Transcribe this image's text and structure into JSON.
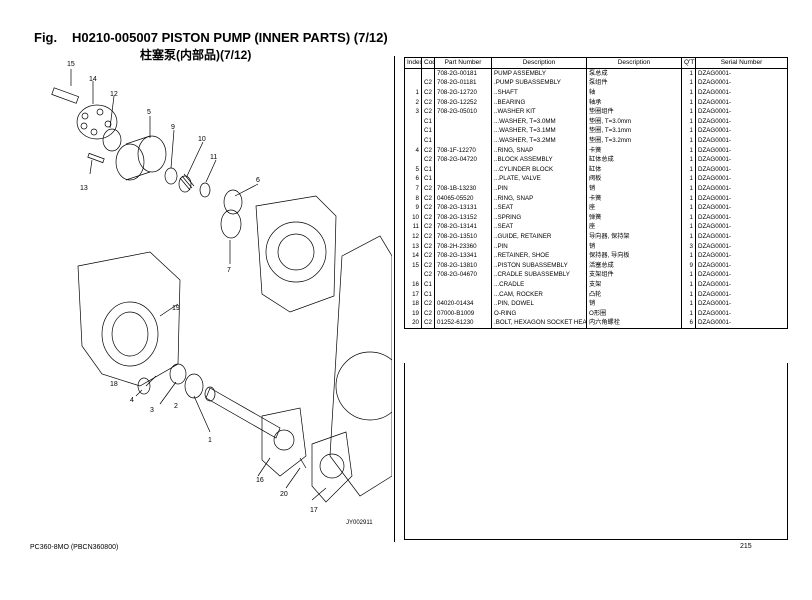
{
  "header": {
    "fig_label": "Fig.",
    "title": "H0210-005007  PISTON PUMP (INNER PARTS) (7/12)",
    "title_cn": "柱塞泵(内部品)(7/12)"
  },
  "diagram": {
    "callouts": [
      "15",
      "14",
      "12",
      "5",
      "9",
      "10",
      "11",
      "13",
      "6",
      "7",
      "19",
      "18",
      "4",
      "3",
      "2",
      "1",
      "16",
      "20",
      "17"
    ],
    "code": "JY002911"
  },
  "table": {
    "headers": {
      "index": "Index",
      "code": "Code",
      "part": "Part Number",
      "desc_en": "Description",
      "desc_cn": "Description",
      "qty": "Q'TY",
      "serial": "Serial Number"
    },
    "rows": [
      {
        "index": "",
        "code": "",
        "part": "708-2G-00181",
        "desc_en": "PUMP ASSEMBLY",
        "desc_cn": "泵总成",
        "qty": "1",
        "serial": "DZAG0001-"
      },
      {
        "index": "",
        "code": "C2",
        "part": "708-2G-01181",
        "desc_en": ".PUMP SUBASSEMBLY",
        "desc_cn": "泵组件",
        "qty": "1",
        "serial": "DZAG0001-"
      },
      {
        "index": "1",
        "code": "C2",
        "part": "708-2G-12720",
        "desc_en": "..SHAFT",
        "desc_cn": "轴",
        "qty": "1",
        "serial": "DZAG0001-"
      },
      {
        "index": "2",
        "code": "C2",
        "part": "708-2G-12252",
        "desc_en": "..BEARING",
        "desc_cn": "轴承",
        "qty": "1",
        "serial": "DZAG0001-"
      },
      {
        "index": "3",
        "code": "C2",
        "part": "708-2G-05010",
        "desc_en": "..WASHER KIT",
        "desc_cn": "垫圈组件",
        "qty": "1",
        "serial": "DZAG0001-"
      },
      {
        "index": "",
        "code": "C1",
        "part": "",
        "desc_en": "...WASHER, T=3.0MM",
        "desc_cn": "垫圈, T=3.0mm",
        "qty": "1",
        "serial": "DZAG0001-"
      },
      {
        "index": "",
        "code": "C1",
        "part": "",
        "desc_en": "...WASHER, T=3.1MM",
        "desc_cn": "垫圈, T=3.1mm",
        "qty": "1",
        "serial": "DZAG0001-"
      },
      {
        "index": "",
        "code": "C1",
        "part": "",
        "desc_en": "...WASHER, T=3.2MM",
        "desc_cn": "垫圈, T=3.2mm",
        "qty": "1",
        "serial": "DZAG0001-"
      },
      {
        "index": "4",
        "code": "C2",
        "part": "708-1F-12270",
        "desc_en": "..RING, SNAP",
        "desc_cn": "卡簧",
        "qty": "1",
        "serial": "DZAG0001-"
      },
      {
        "index": "",
        "code": "C2",
        "part": "708-2G-04720",
        "desc_en": "..BLOCK ASSEMBLY",
        "desc_cn": "缸体总成",
        "qty": "1",
        "serial": "DZAG0001-"
      },
      {
        "index": "5",
        "code": "C1",
        "part": "",
        "desc_en": "...CYLINDER BLOCK",
        "desc_cn": "缸体",
        "qty": "1",
        "serial": "DZAG0001-"
      },
      {
        "index": "6",
        "code": "C1",
        "part": "",
        "desc_en": "...PLATE, VALVE",
        "desc_cn": "阀板",
        "qty": "1",
        "serial": "DZAG0001-"
      },
      {
        "index": "7",
        "code": "C2",
        "part": "708-1B-13230",
        "desc_en": "..PIN",
        "desc_cn": "销",
        "qty": "1",
        "serial": "DZAG0001-"
      },
      {
        "index": "8",
        "code": "C2",
        "part": "04065-05520",
        "desc_en": "..RING, SNAP",
        "desc_cn": "卡簧",
        "qty": "1",
        "serial": "DZAG0001-"
      },
      {
        "index": "9",
        "code": "C2",
        "part": "708-2G-13131",
        "desc_en": "..SEAT",
        "desc_cn": "座",
        "qty": "1",
        "serial": "DZAG0001-"
      },
      {
        "index": "10",
        "code": "C2",
        "part": "708-2G-13152",
        "desc_en": "..SPRING",
        "desc_cn": "弹簧",
        "qty": "1",
        "serial": "DZAG0001-"
      },
      {
        "index": "11",
        "code": "C2",
        "part": "708-2G-13141",
        "desc_en": "..SEAT",
        "desc_cn": "座",
        "qty": "1",
        "serial": "DZAG0001-"
      },
      {
        "index": "12",
        "code": "C2",
        "part": "708-2G-13510",
        "desc_en": "..GUIDE, RETAINER",
        "desc_cn": "导向器, 保持架",
        "qty": "1",
        "serial": "DZAG0001-"
      },
      {
        "index": "13",
        "code": "C2",
        "part": "708-2H-23360",
        "desc_en": "..PIN",
        "desc_cn": "销",
        "qty": "3",
        "serial": "DZAG0001-"
      },
      {
        "index": "14",
        "code": "C2",
        "part": "708-2G-13341",
        "desc_en": "..RETAINER, SHOE",
        "desc_cn": "保持器, 导向板",
        "qty": "1",
        "serial": "DZAG0001-"
      },
      {
        "index": "15",
        "code": "C2",
        "part": "708-2G-13810",
        "desc_en": "..PISTON SUBASSEMBLY",
        "desc_cn": "活塞总成",
        "qty": "9",
        "serial": "DZAG0001-"
      },
      {
        "index": "",
        "code": "C2",
        "part": "708-2G-04670",
        "desc_en": "..CRADLE SUBASSEMBLY",
        "desc_cn": "支架组件",
        "qty": "1",
        "serial": "DZAG0001-"
      },
      {
        "index": "16",
        "code": "C1",
        "part": "",
        "desc_en": "...CRADLE",
        "desc_cn": "支架",
        "qty": "1",
        "serial": "DZAG0001-"
      },
      {
        "index": "17",
        "code": "C1",
        "part": "",
        "desc_en": "...CAM, ROCKER",
        "desc_cn": "凸轮",
        "qty": "1",
        "serial": "DZAG0001-"
      },
      {
        "index": "18",
        "code": "C2",
        "part": "04020-01434",
        "desc_en": "..PIN, DOWEL",
        "desc_cn": "销",
        "qty": "1",
        "serial": "DZAG0001-"
      },
      {
        "index": "19",
        "code": "C2",
        "part": "07000-B1009",
        "desc_en": "O-RING",
        "desc_cn": "O形圈",
        "qty": "1",
        "serial": "DZAG0001-"
      },
      {
        "index": "20",
        "code": "C2",
        "part": "01252-61230",
        "desc_en": ".BOLT, HEXAGON SOCKET HEAD",
        "desc_cn": "内六角螺栓",
        "qty": "6",
        "serial": "DZAG0001-"
      }
    ]
  },
  "footer": {
    "model": "PC360-8MO (PBCN360800)",
    "page": "215"
  }
}
